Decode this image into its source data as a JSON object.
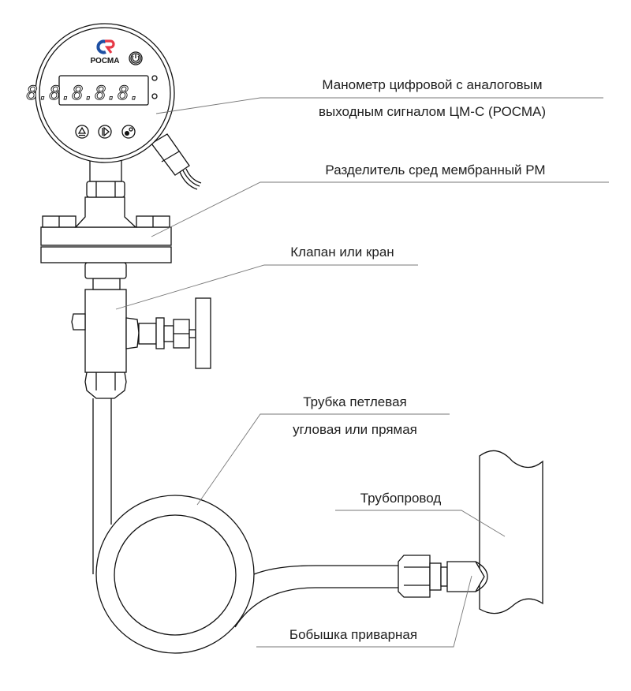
{
  "gauge": {
    "brand": "РОСМА",
    "display": "8.8.8.8.8.",
    "buttons": [
      "up-icon",
      "play-icon",
      "gear-icon"
    ],
    "power_icon": "power-icon",
    "logo_colors": {
      "red": "#e63946",
      "blue": "#1d4fa3"
    }
  },
  "labels": {
    "gauge_line1": "Манометр цифровой с аналоговым",
    "gauge_line2": "выходным сигналом ЦМ-С (РОСМА)",
    "separator": "Разделитель сред мембранный РМ",
    "valve": "Клапан или кран",
    "tube_line1": "Трубка петлевая",
    "tube_line2": "угловая или прямая",
    "pipeline": "Трубопровод",
    "boss": "Бобышка приварная"
  }
}
